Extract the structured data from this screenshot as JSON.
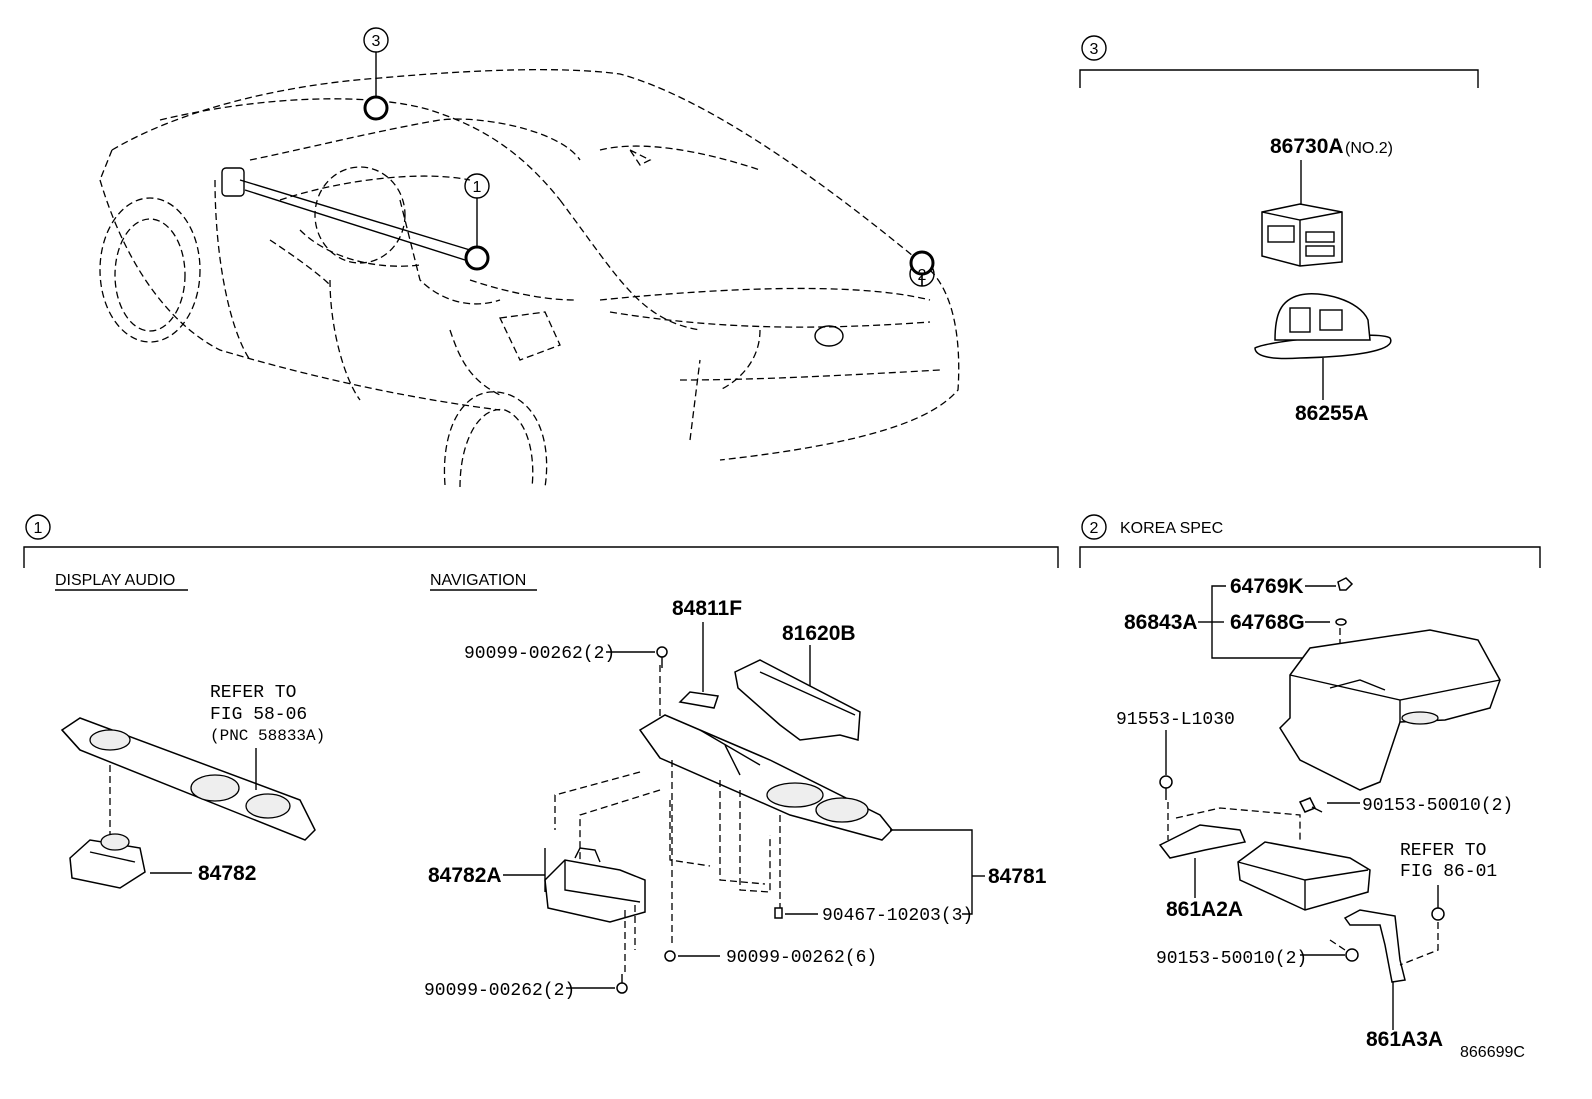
{
  "callouts": {
    "c1": "1",
    "c2": "2",
    "c3": "3"
  },
  "section3": {
    "number": "3",
    "labels": {
      "p86730A": "86730A",
      "p86730A_note": "(NO.2)",
      "p86255A": "86255A"
    }
  },
  "section1": {
    "number": "1",
    "display_audio": {
      "title": "DISPLAY AUDIO",
      "refer": [
        "REFER TO",
        "FIG 58-06",
        "(PNC 58833A)"
      ],
      "p84782": "84782"
    },
    "navigation": {
      "title": "NAVIGATION",
      "p84811F": "84811F",
      "p81620B": "81620B",
      "p90099a": "90099-00262(2)",
      "p84782A": "84782A",
      "p84781": "84781",
      "p90467": "90467-10203(3)",
      "p90099b": "90099-00262(6)",
      "p90099c": "90099-00262(2)"
    }
  },
  "section2": {
    "number": "2",
    "title": "KOREA SPEC",
    "p64769K": "64769K",
    "p64768G": "64768G",
    "p86843A": "86843A",
    "p91553": "91553-L1030",
    "p90153a": "90153-50010(2)",
    "refer": [
      "REFER TO",
      "FIG 86-01"
    ],
    "p861A2A": "861A2A",
    "p90153b": "90153-50010(2)",
    "p861A3A": "861A3A"
  },
  "figure_code": "866699C"
}
